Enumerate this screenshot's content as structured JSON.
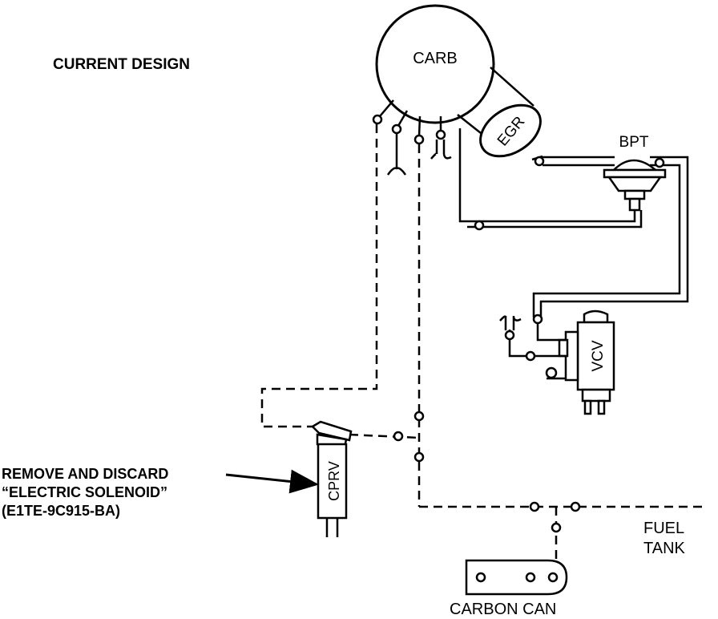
{
  "title": "CURRENT DESIGN",
  "components": {
    "carb": "CARB",
    "egr": "EGR",
    "bpt": "BPT",
    "vcv": "VCV",
    "cprv": "CPRV",
    "carbon_can": "CARBON CAN",
    "fuel_tank_line1": "FUEL",
    "fuel_tank_line2": "TANK"
  },
  "callout": {
    "line1": "REMOVE AND DISCARD",
    "line2": "“ELECTRIC SOLENOID”",
    "line3": "(E1TE-9C915-BA)"
  },
  "colors": {
    "ink": "#000000",
    "paper": "#ffffff"
  }
}
